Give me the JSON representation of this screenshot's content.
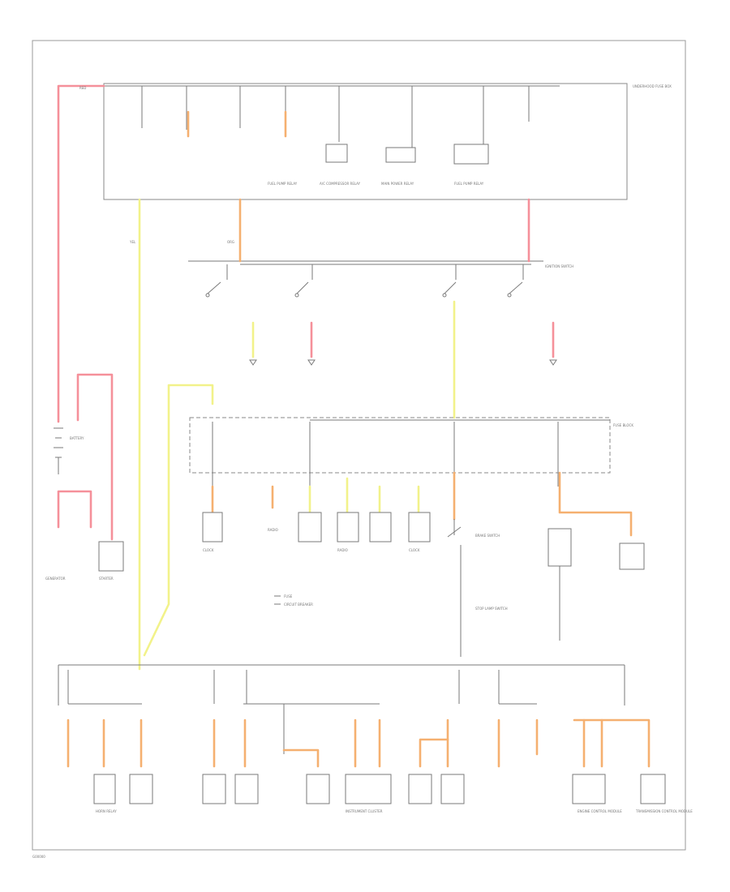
{
  "colors": {
    "red": "#f5909a",
    "yellow": "#f2f28a",
    "orange": "#f5b070",
    "line": "#7a7a7a"
  },
  "labels": {
    "battery": "BATTERY",
    "generator": "GENERATOR",
    "starter": "STARTER",
    "clock_1": "CLOCK",
    "clock_2": "CLOCK",
    "radio_1": "RADIO",
    "radio_2": "RADIO",
    "fuel_pump_relay": "FUEL PUMP RELAY",
    "ac_compressor_relay": "A/C COMPRESSOR RELAY",
    "main_power_relay": "MAIN POWER RELAY",
    "fuel_pump_relay_2": "FUEL PUMP RELAY",
    "horn_relay": "HORN RELAY",
    "instrument_cluster": "INSTRUMENT CLUSTER",
    "engine_control_module": "ENGINE CONTROL MODULE",
    "transmission_control_module": "TRANSMISSION CONTROL MODULE",
    "ignition_switch": "IGNITION SWITCH",
    "underhood_fuse_box": "UNDERHOOD FUSE BOX",
    "fuse_block": "FUSE BLOCK",
    "stop_lamp_switch": "STOP LAMP SWITCH",
    "brake_switch": "BRAKE SWITCH",
    "legend_1": "FUSE",
    "legend_2": "CIRCUIT BREAKER",
    "wire_red": "RED",
    "wire_yel": "YEL",
    "wire_org": "ORG",
    "footer_code": "G00000"
  }
}
